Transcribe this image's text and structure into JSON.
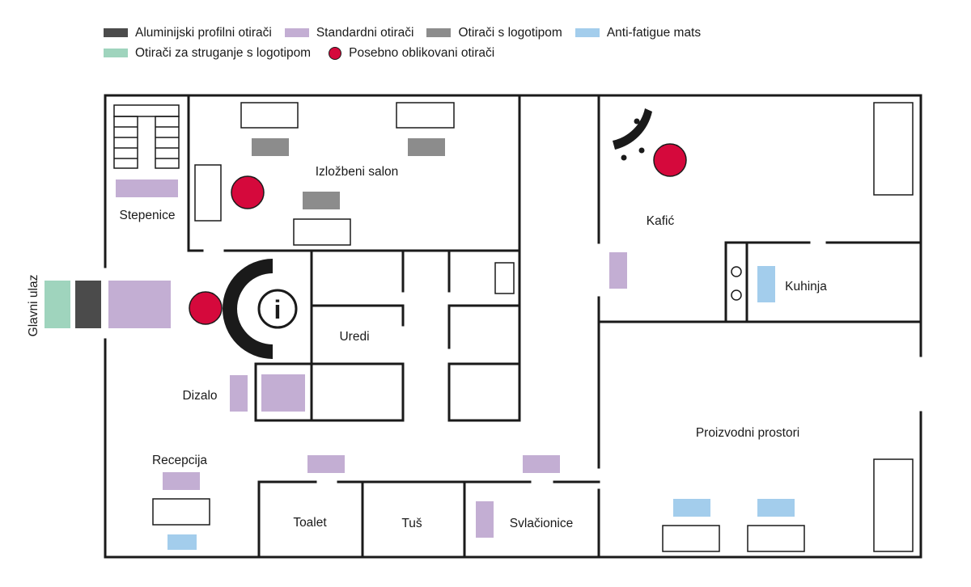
{
  "colors": {
    "aluminum": "#4b4b4b",
    "standard": "#c3aed3",
    "logo": "#8c8c8c",
    "anti_fatigue": "#a3cdec",
    "scraper_logo": "#9fd4bd",
    "special": "#d5093c",
    "wall": "#1a1a1a"
  },
  "legend": [
    {
      "key": "aluminum",
      "label": "Aluminijski profilni otirači",
      "shape": "rect"
    },
    {
      "key": "standard",
      "label": "Standardni otirači",
      "shape": "rect"
    },
    {
      "key": "logo",
      "label": "Otirači s logotipom",
      "shape": "rect"
    },
    {
      "key": "anti_fatigue",
      "label": "Anti-fatigue mats",
      "shape": "rect"
    },
    {
      "key": "scraper_logo",
      "label": "Otirači za struganje s logotipom",
      "shape": "rect"
    },
    {
      "key": "special",
      "label": "Posebno oblikovani otirači",
      "shape": "circle"
    }
  ],
  "rooms": {
    "showroom": "Izložbeni salon",
    "stairs": "Stepenice",
    "main_entrance": "Glavni ulaz",
    "offices": "Uredi",
    "elevator": "Dizalo",
    "reception": "Recepcija",
    "toilet": "Toalet",
    "shower": "Tuš",
    "locker_rooms": "Svlačionice",
    "cafe": "Kafić",
    "kitchen": "Kuhinja",
    "production": "Proizvodni prostori"
  },
  "info_symbol": "i"
}
